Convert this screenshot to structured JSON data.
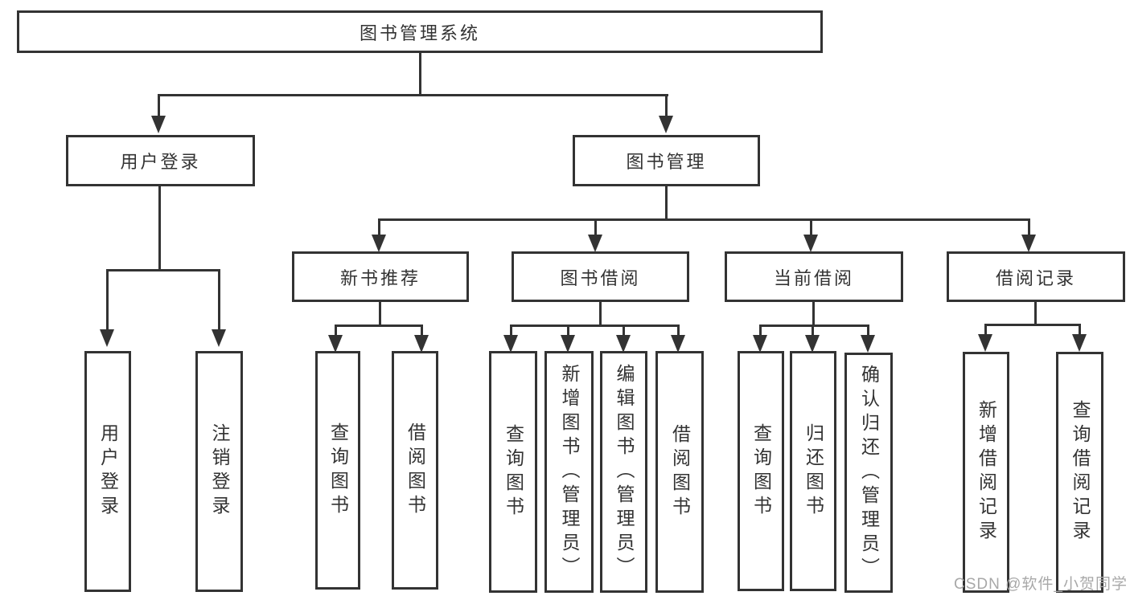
{
  "diagram": {
    "nodes": {
      "root": "图书管理系统",
      "user_login": "用户登录",
      "book_mgmt": "图书管理",
      "new_book_rec": "新书推荐",
      "book_borrow": "图书借阅",
      "current_borrow": "当前借阅",
      "borrow_record": "借阅记录"
    },
    "leaves": {
      "user": [
        "用户登录",
        "注销登录"
      ],
      "recommend": [
        "查询图书",
        "借阅图书"
      ],
      "borrow": [
        "查询图书",
        "新增图书（管理员）",
        "编辑图书（管理员）",
        "借阅图书"
      ],
      "current": [
        "查询图书",
        "归还图书",
        "确认归还（管理员）"
      ],
      "record": [
        "新增借阅记录",
        "查询借阅记录"
      ]
    }
  },
  "watermark": "CSDN @软件_小贺同学",
  "colors": {
    "line": "#333333",
    "text": "#333333",
    "box_background": "#ffffff",
    "watermark": "#a8a8a8",
    "background": "#ffffff"
  }
}
